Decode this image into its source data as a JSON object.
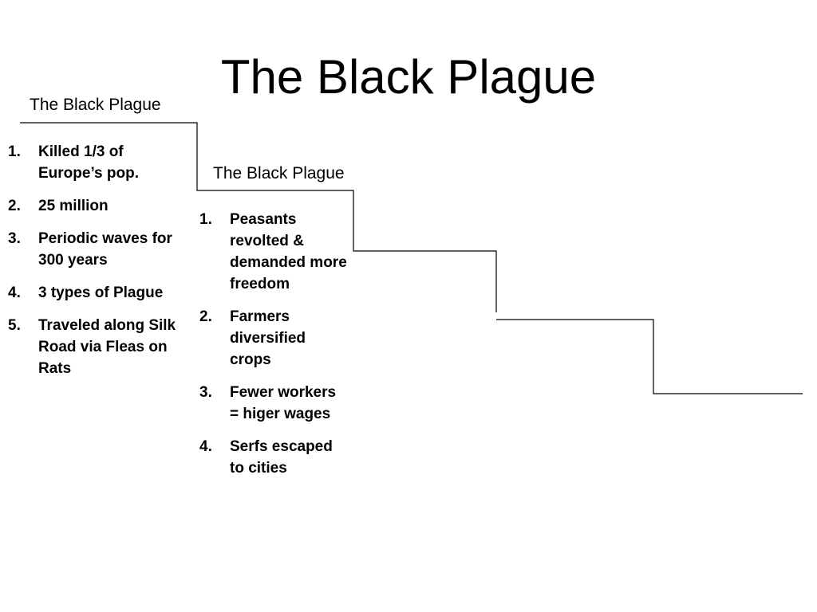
{
  "slide": {
    "title": "The Black Plague"
  },
  "steps": [
    {
      "heading": "The Black Plague",
      "items": [
        {
          "num": "1.",
          "text": "Killed 1/3 of Europe’s pop."
        },
        {
          "num": "2.",
          "text": "25 million"
        },
        {
          "num": "3.",
          "text": "Periodic waves for 300 years"
        },
        {
          "num": "4.",
          "text": "3 types of Plague"
        },
        {
          "num": "5.",
          "text": "Traveled along Silk Road via Fleas on Rats"
        }
      ]
    },
    {
      "heading": "The Black Plague",
      "items": [
        {
          "num": "1.",
          "text": "Peasants revolted & demanded more freedom"
        },
        {
          "num": "2.",
          "text": "Farmers diversified crops"
        },
        {
          "num": "3.",
          "text": "Fewer workers = higer wages"
        },
        {
          "num": "4.",
          "text": "Serfs escaped to cities"
        }
      ]
    }
  ]
}
